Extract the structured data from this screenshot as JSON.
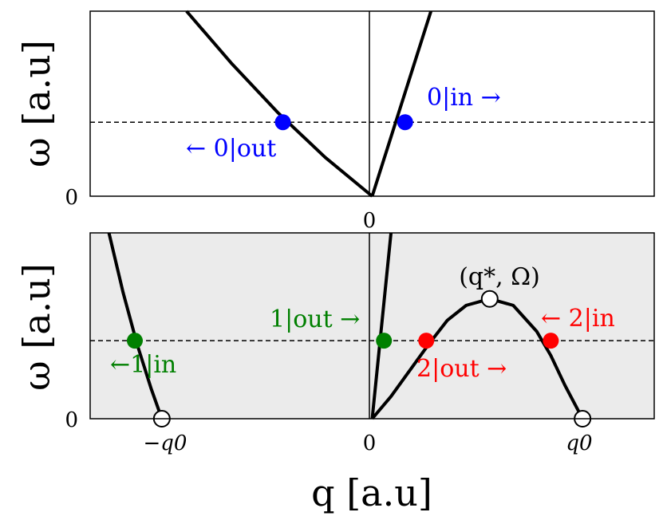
{
  "chart_data": [
    {
      "type": "line",
      "panel": "top",
      "ylabel": "ω  [a.u]",
      "xlabel": "",
      "ytick_labels": [
        "0"
      ],
      "xtick_labels": [
        "0"
      ],
      "background": "#ffffff",
      "xlim": [
        -1.2,
        1.2
      ],
      "ylim": [
        0,
        1
      ],
      "reference_line": {
        "y": 0.4,
        "style": "dashed",
        "color": "#000000"
      },
      "series": [
        {
          "branch": "negative-q",
          "x": [
            -0.79,
            -0.6,
            -0.4,
            -0.2,
            0.0
          ],
          "y": [
            1.0,
            0.72,
            0.45,
            0.21,
            0.0
          ]
        },
        {
          "branch": "positive-q",
          "x": [
            0.0,
            0.08,
            0.16,
            0.25
          ],
          "y": [
            0.0,
            0.32,
            0.64,
            1.0
          ]
        }
      ],
      "points": [
        {
          "x": -0.38,
          "y": 0.4,
          "color": "#0000ff",
          "label": "← 0|out"
        },
        {
          "x": 0.14,
          "y": 0.4,
          "color": "#0000ff",
          "label": "0|in →"
        }
      ]
    },
    {
      "type": "line",
      "panel": "bottom",
      "ylabel": "ω  [a.u]",
      "xlabel": "q  [a.u]",
      "ytick_labels": [
        "0"
      ],
      "xtick_labels": [
        "−q0",
        "0",
        "q0"
      ],
      "background": "#ebebeb",
      "xlim": [
        -1.2,
        1.2
      ],
      "ylim": [
        0,
        1
      ],
      "reference_line": {
        "y": 0.42,
        "style": "dashed",
        "color": "#000000"
      },
      "series": [
        {
          "branch": "left-branch",
          "x": [
            -1.12,
            -1.06,
            -1.0,
            -0.94,
            -0.895
          ],
          "y": [
            1.0,
            0.68,
            0.4,
            0.16,
            0.0
          ]
        },
        {
          "branch": "steep-branch",
          "x": [
            0.0,
            0.02,
            0.04,
            0.06,
            0.08
          ],
          "y": [
            0.0,
            0.25,
            0.5,
            0.75,
            1.0
          ]
        },
        {
          "branch": "dome-branch",
          "x": [
            0.0,
            0.08,
            0.16,
            0.24,
            0.32,
            0.4,
            0.5,
            0.6,
            0.7,
            0.76,
            0.82,
            0.895
          ],
          "y": [
            0.0,
            0.12,
            0.26,
            0.4,
            0.53,
            0.61,
            0.645,
            0.61,
            0.47,
            0.34,
            0.18,
            0.0
          ]
        }
      ],
      "points": [
        {
          "x": -1.01,
          "y": 0.42,
          "color": "#008000",
          "label": "←1|in"
        },
        {
          "x": 0.05,
          "y": 0.42,
          "color": "#008000",
          "label": "1|out →"
        },
        {
          "x": 0.23,
          "y": 0.42,
          "color": "#ff0000",
          "label": "2|out →"
        },
        {
          "x": 0.76,
          "y": 0.42,
          "color": "#ff0000",
          "label": "← 2|in"
        },
        {
          "x": 0.5,
          "y": 0.645,
          "color": "#ffffff",
          "label": "(q*, Ω)"
        },
        {
          "x": -0.895,
          "y": 0.0,
          "color": "#ffffff",
          "label": "−q0"
        },
        {
          "x": 0.895,
          "y": 0.0,
          "color": "#ffffff",
          "label": "q0"
        }
      ]
    }
  ]
}
